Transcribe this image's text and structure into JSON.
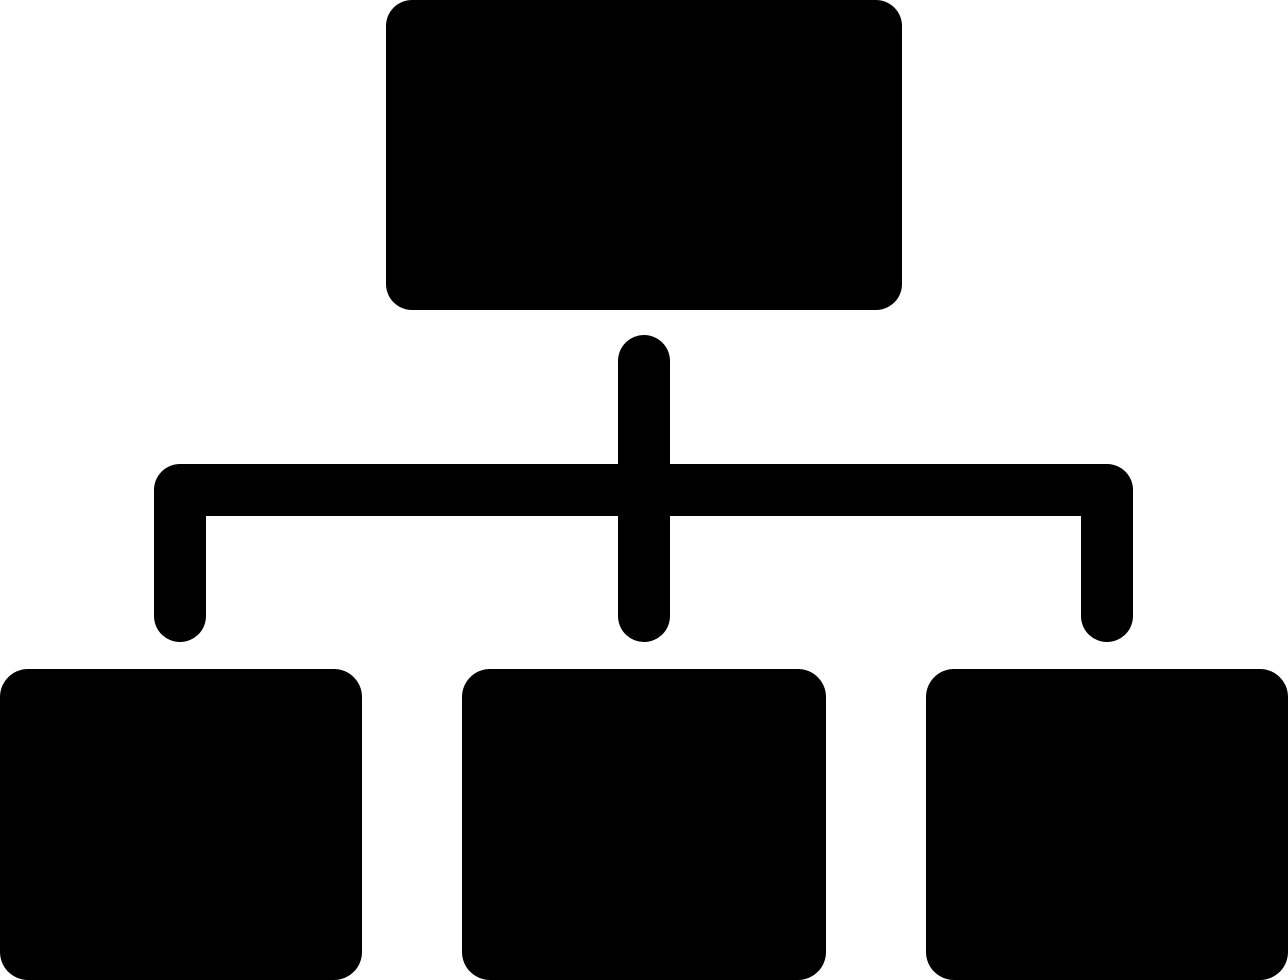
{
  "icon": {
    "name": "hierarchy-icon",
    "fill": "#000000",
    "background": "#ffffff",
    "nodes": [
      {
        "id": "root",
        "level": 0
      },
      {
        "id": "child-left",
        "level": 1,
        "parent": "root"
      },
      {
        "id": "child-middle",
        "level": 1,
        "parent": "root"
      },
      {
        "id": "child-right",
        "level": 1,
        "parent": "root"
      }
    ]
  }
}
